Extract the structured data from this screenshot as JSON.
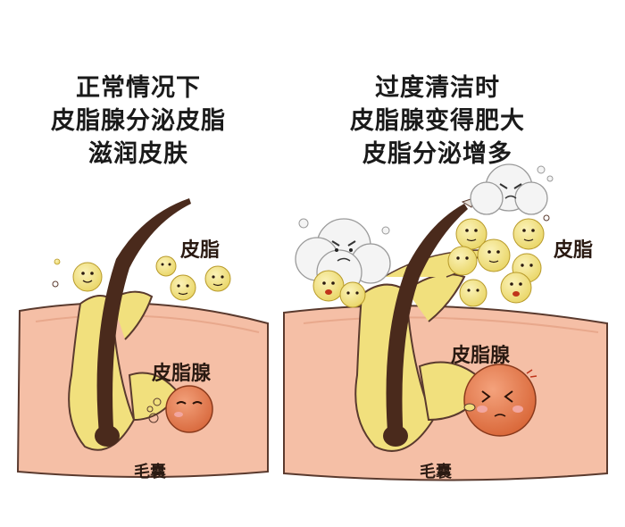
{
  "left_panel": {
    "caption_lines": [
      "正常情况下",
      "皮脂腺分泌皮脂",
      "滋润皮肤"
    ],
    "label_sebum": "皮脂",
    "label_gland": "皮脂腺",
    "label_follicle": "毛囊"
  },
  "right_panel": {
    "caption_lines": [
      "过度清洁时",
      "皮脂腺变得肥大",
      "皮脂分泌增多"
    ],
    "label_sebum": "皮脂",
    "label_gland": "皮脂腺",
    "label_follicle": "毛囊"
  },
  "colors": {
    "skin": "#f5c0a8",
    "skin_edge": "#5a3a2e",
    "sebum": "#f3e48a",
    "hair": "#4a2a1c",
    "gland": "#e07a4e"
  }
}
